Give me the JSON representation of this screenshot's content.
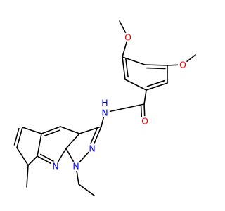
{
  "colors": {
    "bond": "#000000",
    "oxygen": "#ff0000",
    "nitrogen": "#0000ff",
    "background": "#ffffff"
  },
  "atom_labels": {
    "o_methoxy_top": "O",
    "o_methoxy_right": "O",
    "o_carbonyl": "O",
    "n_amide": "N",
    "h_amide": "H",
    "n_pyrazole_2": "N",
    "n_pyrazole_1": "N",
    "n_pyridine": "N"
  }
}
